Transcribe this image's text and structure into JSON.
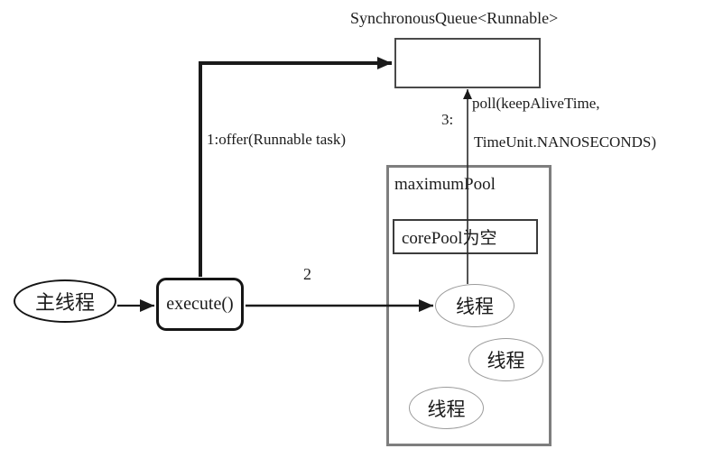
{
  "diagram": {
    "title": "SynchronousQueue<Runnable>",
    "nodes": {
      "main_thread": "主线程",
      "execute": "execute()",
      "maximum_pool_label": "maximumPool",
      "core_pool": "corePool为空",
      "thread1": "线程",
      "thread2": "线程",
      "thread3": "线程"
    },
    "edges": {
      "offer_label": "1:offer(Runnable task)",
      "step2_label": "2",
      "step3_prefix": "3:",
      "poll_line1": "poll(keepAliveTime,",
      "poll_line2": "TimeUnit.NANOSECONDS)"
    },
    "colors": {
      "arrow": "#1a1a1a",
      "pool_border": "#7e7e7e",
      "thread_border": "#9b9b9b",
      "queue_border": "#4a4a4a"
    }
  }
}
